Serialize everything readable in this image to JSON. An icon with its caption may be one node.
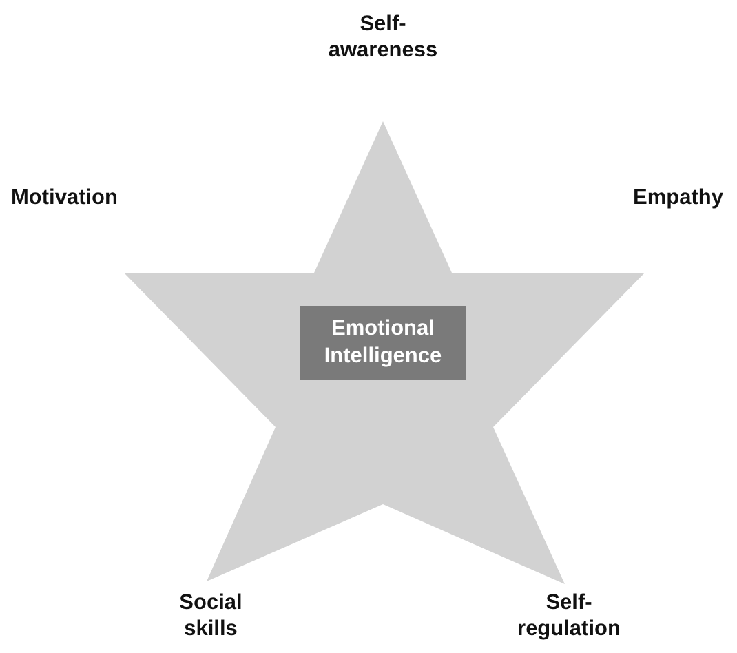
{
  "diagram": {
    "nodes": [
      {
        "text": [],
        "shape": "star"
      },
      {
        "text": [
          "Emotional Intelligence"
        ],
        "in": 0
      }
    ],
    "edges": [],
    "labels": [
      "Self-awareness",
      "Motivation",
      "Empathy",
      "Social skills",
      "Self-regulation"
    ]
  }
}
